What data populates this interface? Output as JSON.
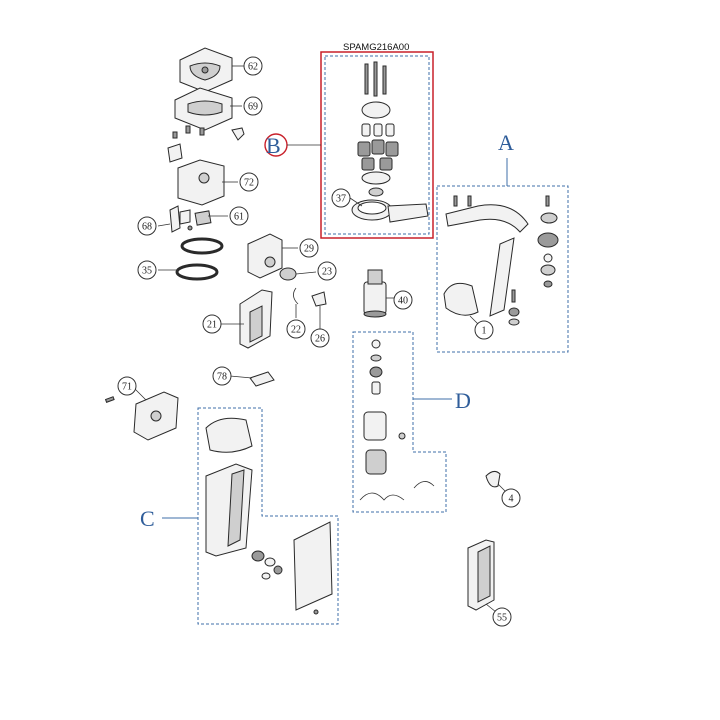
{
  "diagram": {
    "kit_code": "SPAMG216A00",
    "groups": [
      {
        "id": "A",
        "label": "A",
        "color": "#3f6fa8"
      },
      {
        "id": "B",
        "label": "B",
        "color": "#3f6fa8",
        "ring_color": "#c8202a"
      },
      {
        "id": "C",
        "label": "C",
        "color": "#3f6fa8"
      },
      {
        "id": "D",
        "label": "D",
        "color": "#3f6fa8"
      }
    ],
    "callouts": [
      "62",
      "69",
      "72",
      "61",
      "68",
      "35",
      "29",
      "23",
      "22",
      "26",
      "21",
      "40",
      "37",
      "1",
      "78",
      "71",
      "4",
      "55"
    ]
  }
}
